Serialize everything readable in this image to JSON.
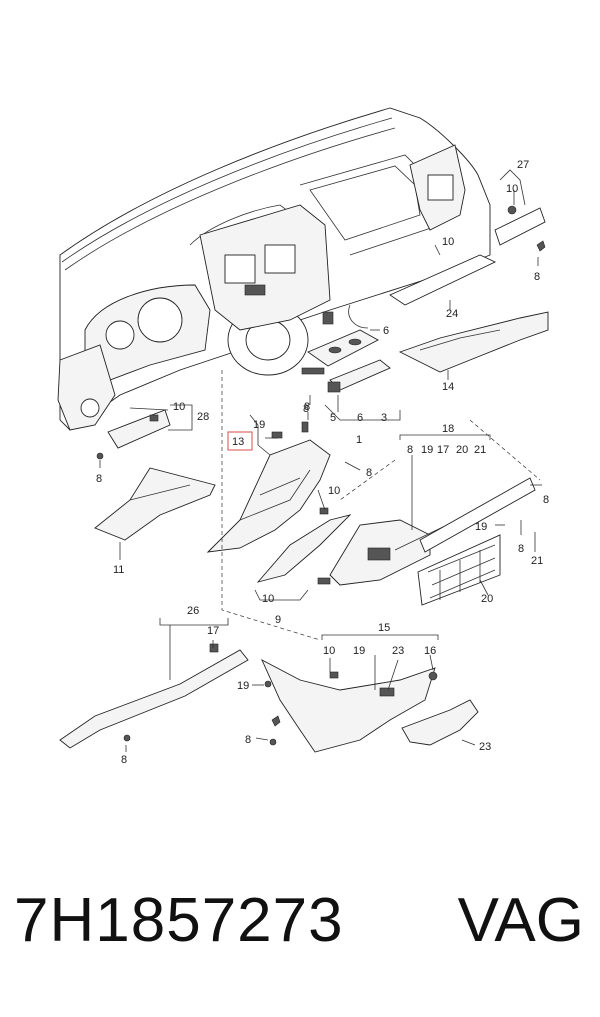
{
  "diagram": {
    "callouts": {
      "c27": "27",
      "c10a": "10",
      "c8a": "8",
      "c10b": "10",
      "c24": "24",
      "c6a": "6",
      "c14": "14",
      "c8b": "8",
      "c5": "5",
      "c6b": "6",
      "c3": "3",
      "c1": "1",
      "c10c": "10",
      "c28": "28",
      "c8c": "8",
      "c19a": "19",
      "c8d": "8",
      "c13": "13",
      "c8e": "8",
      "c10d": "10",
      "c11": "11",
      "c18": "18",
      "c8f": "8",
      "c19b": "19",
      "c17a": "17",
      "c20a": "20",
      "c21a": "21",
      "c8g": "8",
      "c19c": "19",
      "c8h": "8",
      "c21b": "21",
      "c20b": "20",
      "c10e": "10",
      "c9": "9",
      "c26": "26",
      "c17b": "17",
      "c15": "15",
      "c10f": "10",
      "c19d": "19",
      "c23a": "23",
      "c16": "16",
      "c19e": "19",
      "c8i": "8",
      "c8j": "8",
      "c23b": "23"
    }
  },
  "footer": {
    "part_number": "7H1857273",
    "brand": "VAG"
  },
  "colors": {
    "highlight_box": "#e06a6a",
    "ink": "#222222"
  }
}
